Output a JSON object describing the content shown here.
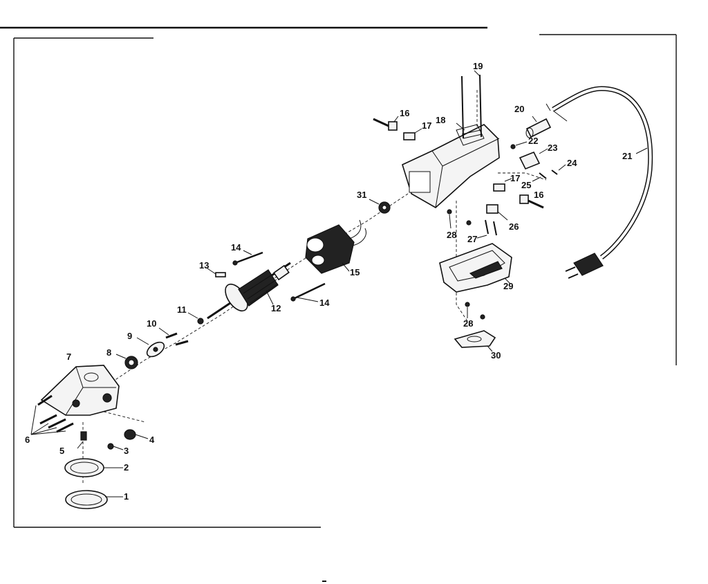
{
  "parts": [
    {
      "id": "1",
      "label": "1"
    },
    {
      "id": "2",
      "label": "2"
    },
    {
      "id": "3",
      "label": "3"
    },
    {
      "id": "4",
      "label": "4"
    },
    {
      "id": "5",
      "label": "5"
    },
    {
      "id": "6",
      "label": "6"
    },
    {
      "id": "7",
      "label": "7"
    },
    {
      "id": "8",
      "label": "8"
    },
    {
      "id": "9",
      "label": "9"
    },
    {
      "id": "10",
      "label": "10"
    },
    {
      "id": "11",
      "label": "11"
    },
    {
      "id": "12",
      "label": "12"
    },
    {
      "id": "13",
      "label": "13"
    },
    {
      "id": "14a",
      "label": "14"
    },
    {
      "id": "14b",
      "label": "14"
    },
    {
      "id": "15",
      "label": "15"
    },
    {
      "id": "16a",
      "label": "16"
    },
    {
      "id": "16b",
      "label": "16"
    },
    {
      "id": "17a",
      "label": "17"
    },
    {
      "id": "17b",
      "label": "17"
    },
    {
      "id": "18",
      "label": "18"
    },
    {
      "id": "19",
      "label": "19"
    },
    {
      "id": "20",
      "label": "20"
    },
    {
      "id": "21",
      "label": "21"
    },
    {
      "id": "22",
      "label": "22"
    },
    {
      "id": "23",
      "label": "23"
    },
    {
      "id": "24",
      "label": "24"
    },
    {
      "id": "25",
      "label": "25"
    },
    {
      "id": "26",
      "label": "26"
    },
    {
      "id": "27",
      "label": "27"
    },
    {
      "id": "28a",
      "label": "28"
    },
    {
      "id": "28b",
      "label": "28"
    },
    {
      "id": "29",
      "label": "29"
    },
    {
      "id": "30",
      "label": "30"
    },
    {
      "id": "31",
      "label": "31"
    }
  ]
}
